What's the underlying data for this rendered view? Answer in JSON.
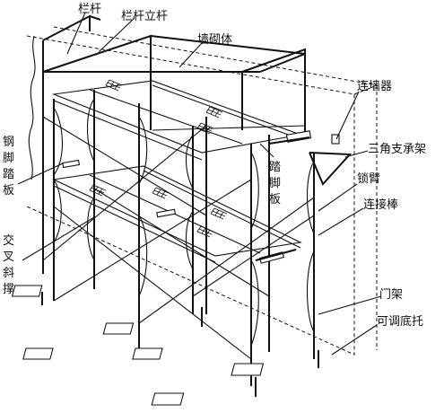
{
  "labels": {
    "railing": "栏杆",
    "railing_post": "栏杆立杆",
    "masonry_wall": "墙砌体",
    "wall_tie": "连墙器",
    "triangle_bracket": "三角支承架",
    "lock_arm": "锁臂",
    "connecting_rod": "连接棒",
    "door_frame": "门架",
    "adjustable_base": "可调底托",
    "steel_footboard": [
      "钢",
      "脚",
      "踏",
      "板"
    ],
    "footboard": [
      "踏",
      "脚",
      "板"
    ],
    "cross_brace": [
      "交",
      "叉",
      "斜",
      "撑"
    ]
  }
}
